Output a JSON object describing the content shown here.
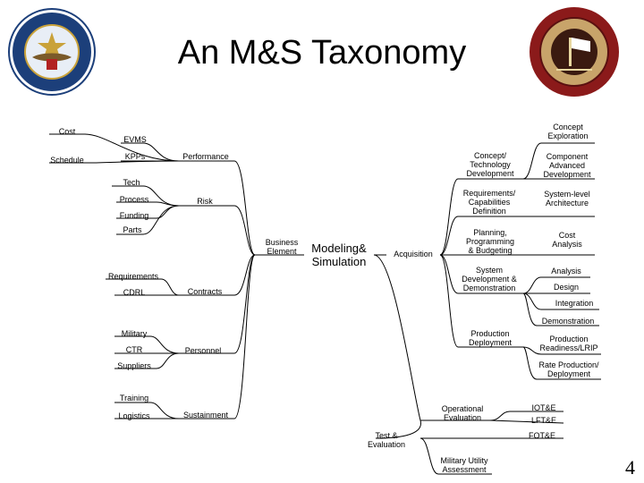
{
  "title": "An M&S Taxonomy",
  "center": "Modeling&\nSimulation",
  "page_number": "4",
  "colors": {
    "dod_blue": "#1c3f7a",
    "dod_gold": "#c9a23a",
    "cio_red": "#8b1a1a",
    "cio_tan": "#c8a46a"
  },
  "left": {
    "business_element": "Business\nElement",
    "performance": {
      "label": "Performance",
      "cost": "Cost",
      "schedule": "Schedule",
      "evms": "EVMS",
      "kpps": "KPPs"
    },
    "risk": {
      "label": "Risk",
      "tech": "Tech",
      "process": "Process",
      "funding": "Funding",
      "parts": "Parts"
    },
    "contracts": {
      "label": "Contracts",
      "requirements": "Requirements",
      "cdrl": "CDRL"
    },
    "personnel": {
      "label": "Personnel",
      "military": "Military",
      "ctr": "CTR",
      "suppliers": "Suppliers"
    },
    "sustainment": {
      "label": "Sustainment",
      "training": "Training",
      "logistics": "Logistics"
    }
  },
  "right": {
    "acquisition": "Acquisition",
    "concept_tech_dev": "Concept/\nTechnology\nDevelopment",
    "concept_exploration": "Concept\nExploration",
    "component_adv_dev": "Component\nAdvanced\nDevelopment",
    "req_cap_def": "Requirements/\nCapabilities\nDefinition",
    "system_level_arch": "System-level\nArchitecture",
    "ppb": "Planning,\nProgramming\n& Budgeting",
    "cost_analysis": "Cost\nAnalysis",
    "sdd": "System\nDevelopment &\nDemonstration",
    "analysis": "Analysis",
    "design": "Design",
    "integration": "Integration",
    "demonstration": "Demonstration",
    "prod_deploy": "Production\nDeployment",
    "prod_readiness": "Production\nReadiness/LRIP",
    "rate_prod": "Rate Production/\nDeployment",
    "operational_eval": "Operational\nEvaluation",
    "iote": "IOT&E",
    "lfte": "LFT&E",
    "test_eval": "Test &\nEvaluation",
    "fote": "FOT&E",
    "mua": "Military Utility\nAssessment"
  }
}
